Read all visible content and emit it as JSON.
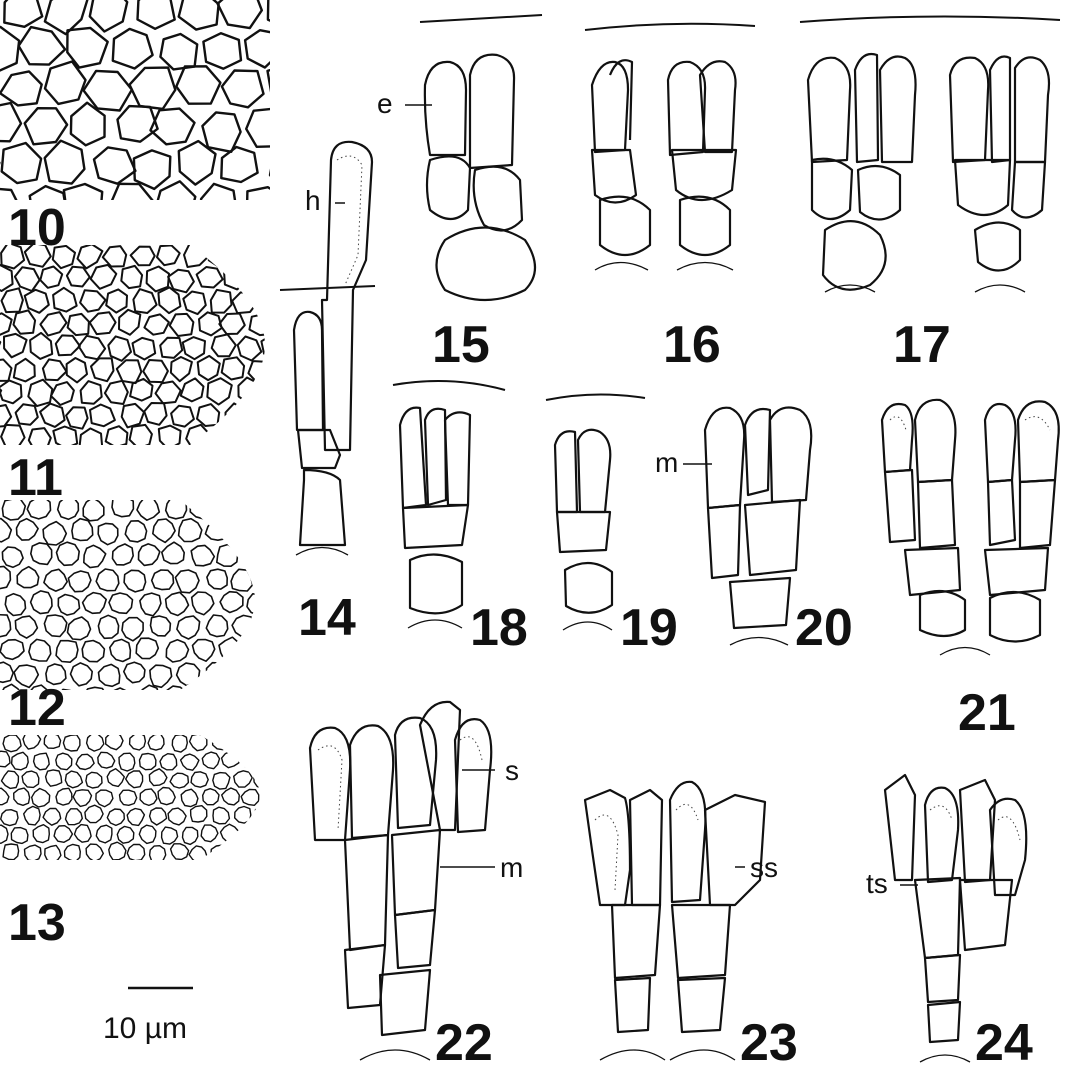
{
  "figure_numbers": [
    "10",
    "11",
    "12",
    "13",
    "14",
    "15",
    "16",
    "17",
    "18",
    "19",
    "20",
    "21",
    "22",
    "23",
    "24"
  ],
  "labels": {
    "e": "e",
    "h": "h",
    "m1": "m",
    "m2": "m",
    "s": "s",
    "ss": "ss",
    "ts": "ts"
  },
  "scale_bar": {
    "label": "10 µm"
  }
}
